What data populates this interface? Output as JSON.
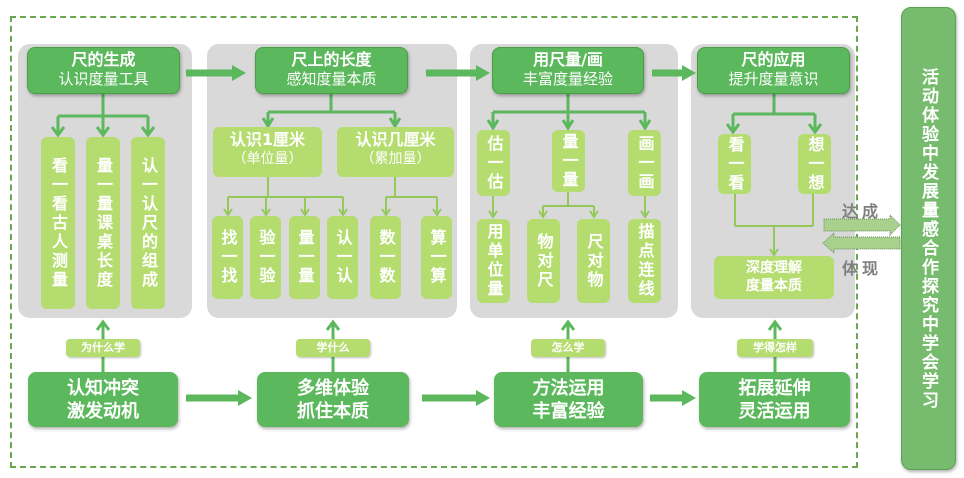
{
  "columns": [
    {
      "title": "尺的生成",
      "subtitle": "认识度量工具",
      "children": [
        "看一看古人测量",
        "量一量课桌长度",
        "认一认尺的组成"
      ]
    },
    {
      "title": "尺上的长度",
      "subtitle": "感知度量本质",
      "groups": [
        {
          "title": "认识1厘米",
          "subtitle": "（单位量）",
          "children": [
            "找一找",
            "验一验",
            "量一量",
            "认一认"
          ]
        },
        {
          "title": "认识几厘米",
          "subtitle": "（累加量）",
          "children": [
            "数一数",
            "算一算"
          ]
        }
      ]
    },
    {
      "title": "用尺量/画",
      "subtitle": "丰富度量经验",
      "top": [
        "估一估",
        "量一量",
        "画一画"
      ],
      "bottom": [
        "用单位量",
        "物对尺",
        "尺对物",
        "描点连线"
      ]
    },
    {
      "title": "尺的应用",
      "subtitle": "提升度量意识",
      "children": [
        "看一看",
        "想一想"
      ],
      "result": [
        "深度理解",
        "度量本质"
      ]
    }
  ],
  "bottom_row": [
    {
      "tag": "为什么学",
      "line1": "认知冲突",
      "line2": "激发动机"
    },
    {
      "tag": "学什么",
      "line1": "多维体验",
      "line2": "抓住本质"
    },
    {
      "tag": "怎么学",
      "line1": "方法运用",
      "line2": "丰富经验"
    },
    {
      "tag": "学得怎样",
      "line1": "拓展延伸",
      "line2": "灵活运用"
    }
  ],
  "connector_labels": {
    "forward": "达成",
    "backward": "体现"
  },
  "sidebar": {
    "text": "活动体验中发展量感合作探究中学会学习"
  },
  "colors": {
    "dark_green": "#5cb85c",
    "light_green": "#b4dc6e",
    "panel_gray": "#d9d9d9",
    "sidebar_green": "#77bc6e",
    "frame_dash": "#6aa84f"
  }
}
